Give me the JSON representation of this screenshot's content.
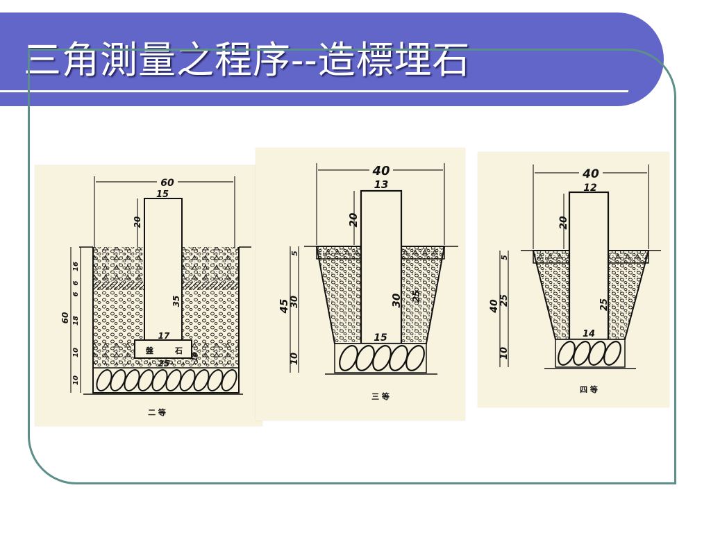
{
  "slide": {
    "title": "三角測量之程序--造標埋石"
  },
  "figures": [
    {
      "caption": "二 等",
      "dims": {
        "top_width": "60",
        "stone_top": "15",
        "above_ground": "20",
        "stone_height_upper": "25",
        "total_depth": "60",
        "d16": "16",
        "d6a": "6",
        "d6b": "6",
        "d18": "18",
        "d10a": "10",
        "d10b": "10",
        "stone_lower": "35",
        "stone_base": "17",
        "slab": "25",
        "slab_height": "10",
        "slab_label_left": "盤",
        "slab_label_right": "石"
      }
    },
    {
      "caption": "三 等",
      "dims": {
        "top_width": "40",
        "stone_top": "13",
        "above_ground": "20",
        "stone_height_upper": "25",
        "d5": "5",
        "total_depth": "45",
        "d30": "30",
        "d10": "10",
        "stone_lower": "30",
        "right_25": "25",
        "stone_base": "15"
      }
    },
    {
      "caption": "四 等",
      "dims": {
        "top_width": "40",
        "stone_top": "12",
        "above_ground": "20",
        "stone_height_upper": "25",
        "d5": "5",
        "total_depth": "40",
        "d25": "25",
        "d10": "10",
        "right_25": "25",
        "stone_base": "14"
      }
    }
  ]
}
